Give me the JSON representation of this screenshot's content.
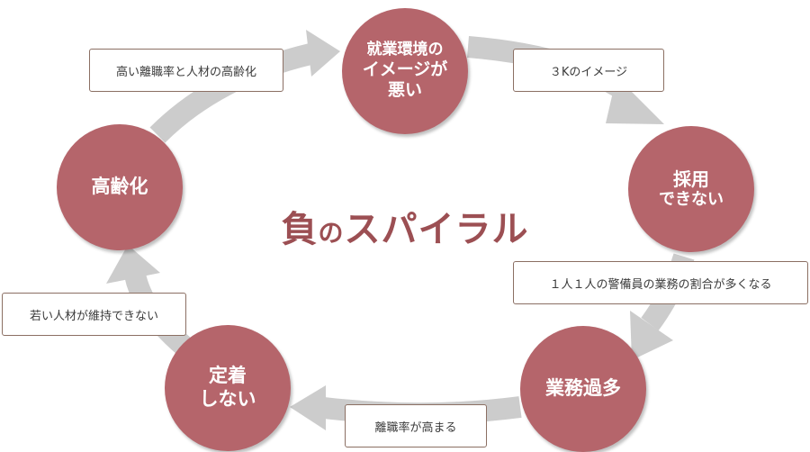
{
  "title": {
    "main_1": "負",
    "particle": "の",
    "main_2": "スパイラル"
  },
  "nodes": {
    "work_env": {
      "line1": "就業環境の",
      "line2": "イメージが",
      "line3": "悪い"
    },
    "hiring": {
      "line1": "採用",
      "line2": "できない"
    },
    "overwork": {
      "line1": "業務過多"
    },
    "retention": {
      "line1": "定着",
      "line2": "しない"
    },
    "aging": {
      "line1": "高齢化"
    }
  },
  "labels": {
    "image_3k": "３Kのイメージ",
    "guard_load": "１人１人の警備員の業務の割合が多くなる",
    "turnover_rises": "離職率が高まる",
    "young_cannot_stay": "若い人材が維持できない",
    "high_turnover_aging": "高い離職率と人材の高齢化"
  },
  "colors": {
    "node": "#b5656b",
    "arrow": "#cccccc",
    "title": "#9c4f53",
    "box_border": "#8b6f63"
  }
}
